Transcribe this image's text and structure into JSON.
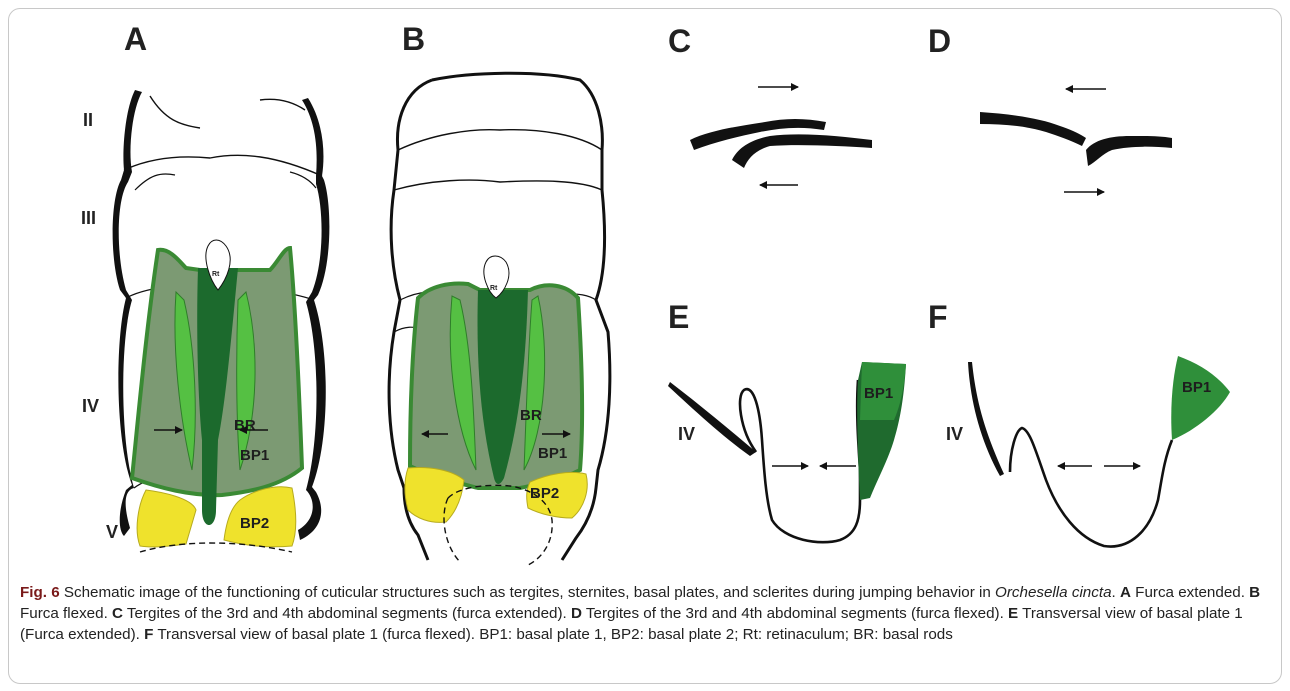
{
  "panels": {
    "A": "A",
    "B": "B",
    "C": "C",
    "D": "D",
    "E": "E",
    "F": "F"
  },
  "segments": {
    "II": "II",
    "III": "III",
    "IV": "IV",
    "V": "V",
    "E_IV": "IV",
    "F_IV": "IV"
  },
  "parts": {
    "rt": "Rt",
    "br": "BR",
    "bp1": "BP1",
    "bp2": "BP2"
  },
  "colors": {
    "basal_plate_1": "#7c9a73",
    "basal_plate_1_outline": "#3a8a34",
    "basal_rod": "#55c043",
    "furca": "#1c6a2d",
    "basal_plate_2": "#efe22c",
    "bp1_section": "#2f8f3a",
    "bp1_section_dark": "#1f6a2e"
  },
  "caption": {
    "fig_label": "Fig. 6",
    "intro": " Schematic image of the functioning of cuticular structures such as tergites, sternites, basal plates, and sclerites during jumping behavior in ",
    "species": "Orchesella cincta",
    "after_species": ". ",
    "a_key": "A",
    "a_text": " Furca extended. ",
    "b_key": "B",
    "b_text": " Furca flexed. ",
    "c_key": "C",
    "c_text": " Tergites of the 3rd and 4th abdominal segments (furca extended). ",
    "d_key": "D",
    "d_text": " Tergites of the 3rd and 4th abdominal segments (furca flexed). ",
    "e_key": "E",
    "e_text": " Transversal view of basal plate 1 (Furca extended). ",
    "f_key": "F",
    "f_text": " Transversal view of basal plate 1 (furca flexed). BP1: basal plate 1, BP2: basal plate 2; Rt: retinaculum; BR: basal rods"
  }
}
